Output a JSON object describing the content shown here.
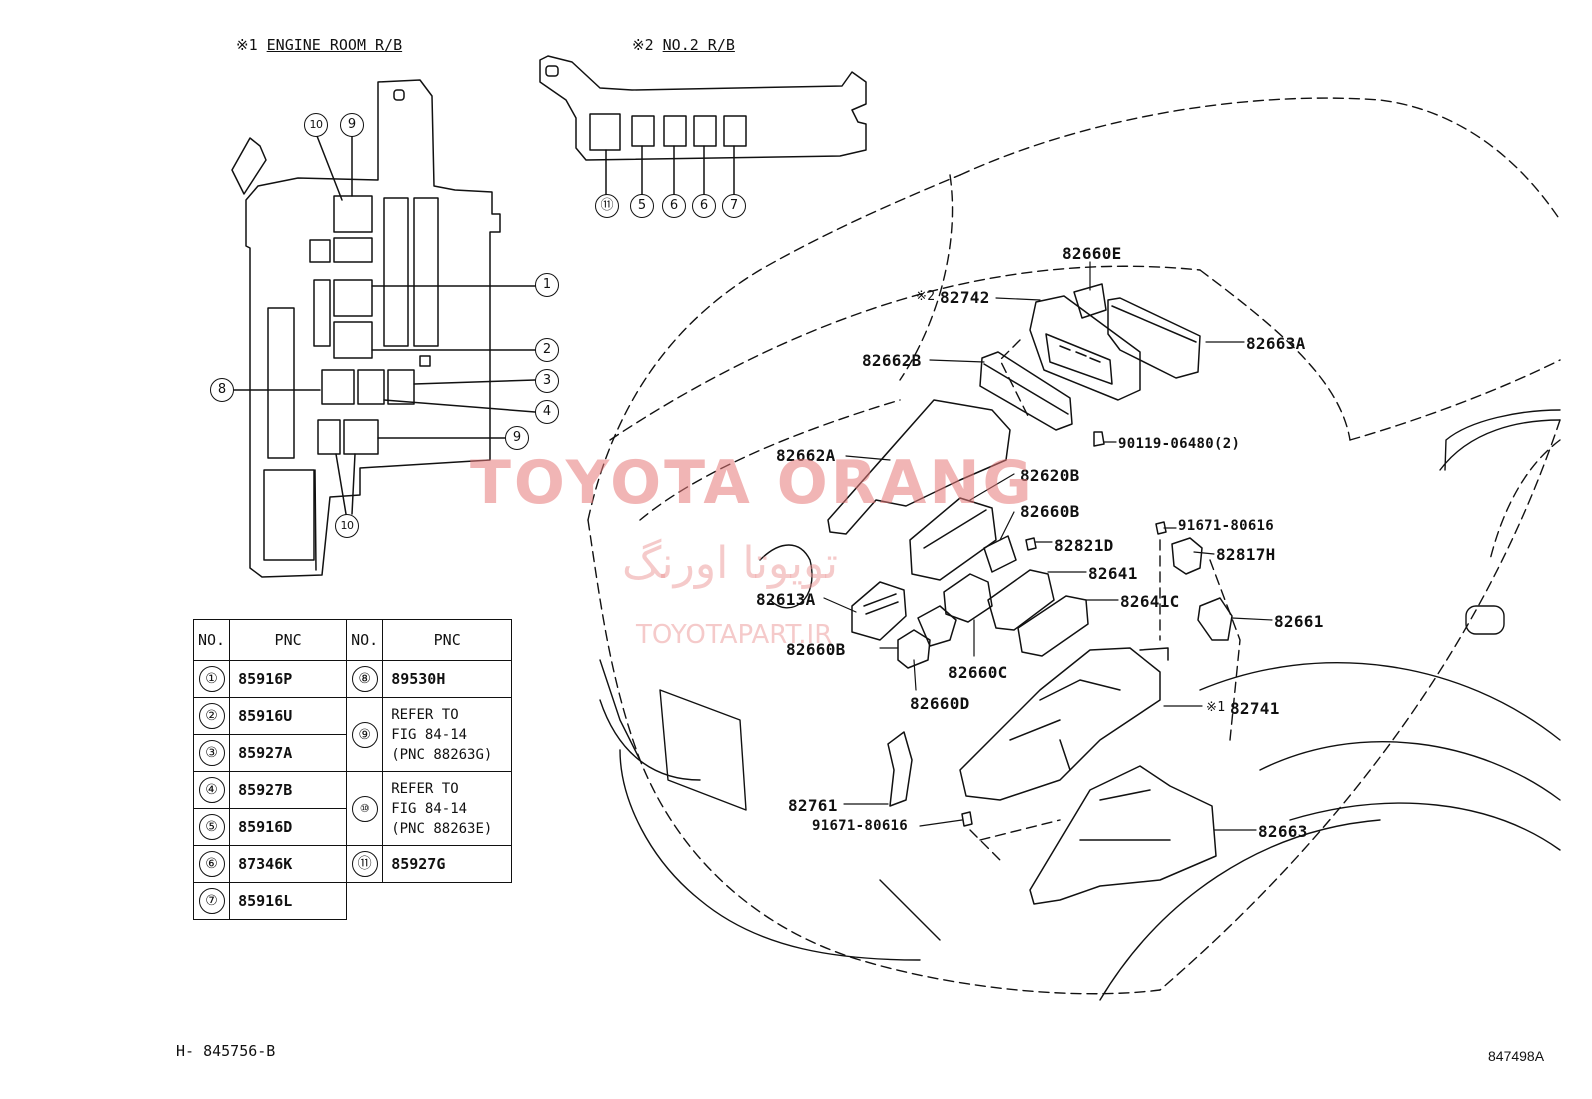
{
  "headers": {
    "engine_room_prefix": "※1",
    "engine_room_title": "ENGINE ROOM R/B",
    "no2_prefix": "※2",
    "no2_title": "NO.2 R/B"
  },
  "engine_room_circles": [
    "10",
    "9",
    "1",
    "2",
    "3",
    "4",
    "8",
    "9",
    "10"
  ],
  "no2_circles": [
    "⑪",
    "5",
    "6",
    "6",
    "7"
  ],
  "part_labels": {
    "p82660E": "82660E",
    "p82742_prefix": "※2",
    "p82742": "82742",
    "p82663A": "82663A",
    "p82662B": "82662B",
    "p90119": "90119-06480(2)",
    "p82662A": "82662A",
    "p82620B": "82620B",
    "p82660B_top": "82660B",
    "p91671_top": "91671-80616",
    "p82821D": "82821D",
    "p82817H": "82817H",
    "p82641": "82641",
    "p82613A": "82613A",
    "p82641C": "82641C",
    "p82661": "82661",
    "p82660B_bot": "82660B",
    "p82660C": "82660C",
    "p82660D": "82660D",
    "p82741_prefix": "※1",
    "p82741": "82741",
    "p82761": "82761",
    "p91671_bot": "91671-80616",
    "p82663": "82663"
  },
  "table": {
    "col_no": "NO.",
    "col_pnc": "PNC",
    "left_rows": [
      {
        "no": "①",
        "pnc": "85916P"
      },
      {
        "no": "②",
        "pnc": "85916U"
      },
      {
        "no": "③",
        "pnc": "85927A"
      },
      {
        "no": "④",
        "pnc": "85927B"
      },
      {
        "no": "⑤",
        "pnc": "85916D"
      },
      {
        "no": "⑥",
        "pnc": "87346K"
      },
      {
        "no": "⑦",
        "pnc": "85916L"
      }
    ],
    "right_rows": [
      {
        "no": "⑧",
        "line1": "89530H"
      },
      {
        "no": "⑨",
        "line1": "REFER TO",
        "line2": "FIG 84-14",
        "line3": "(PNC 88263G)"
      },
      {
        "no": "⑩",
        "line1": "REFER TO",
        "line2": "FIG 84-14",
        "line3": "(PNC 88263E)"
      },
      {
        "no": "⑪",
        "line1": "85927G"
      }
    ]
  },
  "watermark": {
    "main": "TOYOTA ORANG",
    "farsi": "تویوتا اورنگ",
    "url": "TOYOTAPART.IR"
  },
  "footer": {
    "left_code": "H- 845756-B",
    "right_code": "847498A"
  }
}
